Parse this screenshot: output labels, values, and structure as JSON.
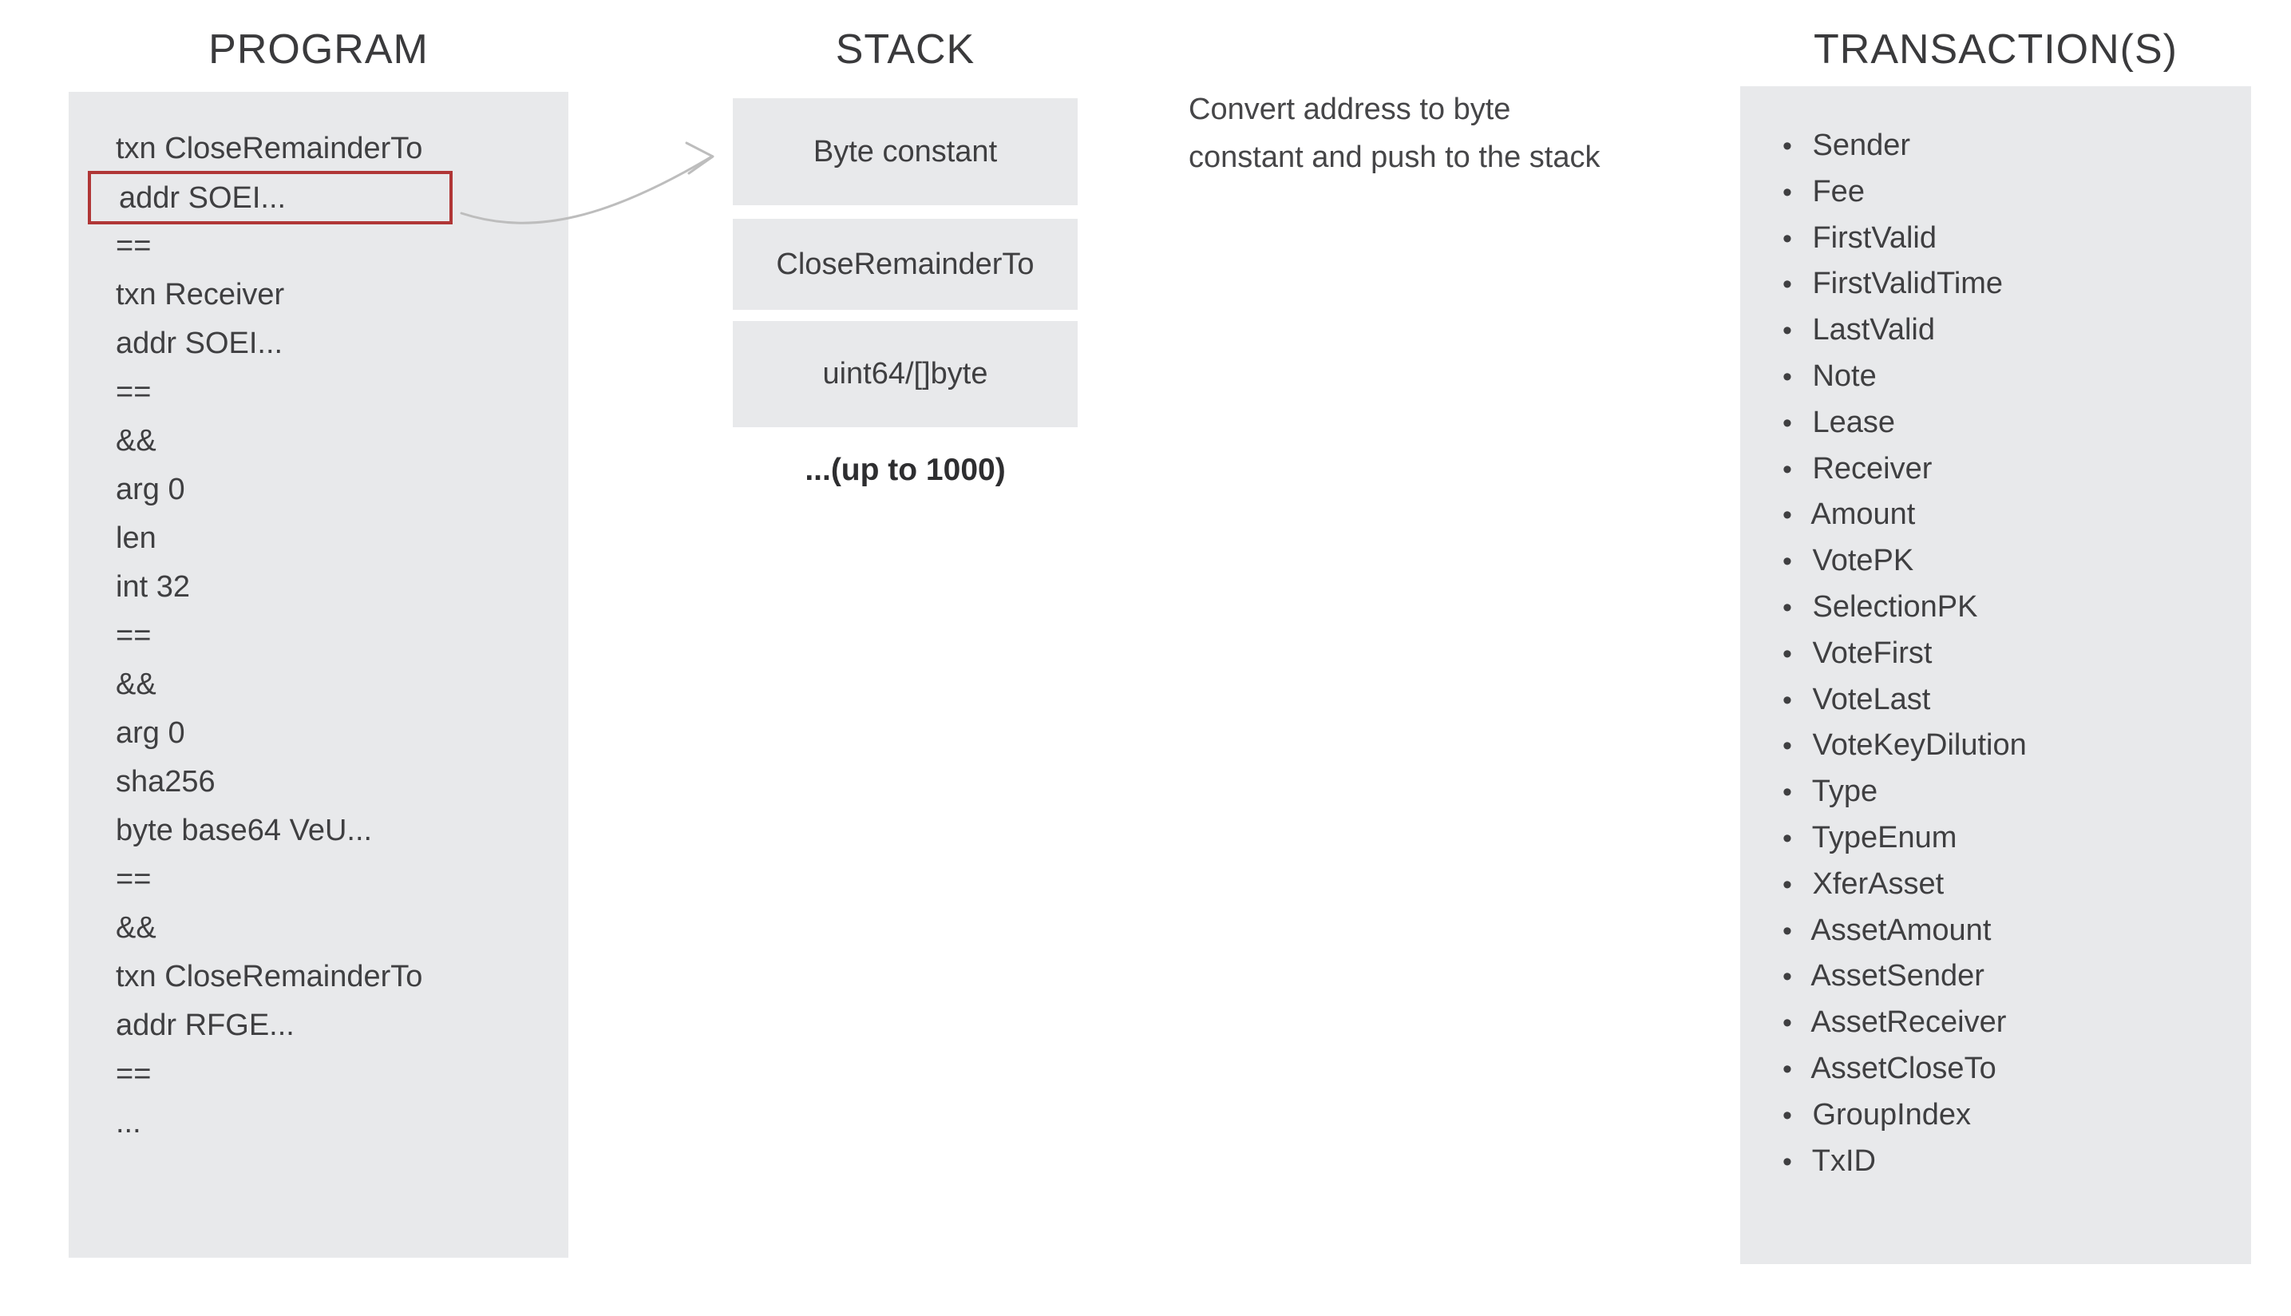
{
  "diagram": {
    "program": {
      "title": "PROGRAM",
      "lines": [
        "txn CloseRemainderTo",
        "addr SOEI...",
        "==",
        "txn Receiver",
        "addr SOEI...",
        "==",
        "&&",
        "arg 0",
        "len",
        "int 32",
        "==",
        "&&",
        "arg 0",
        "sha256",
        "byte base64 VeU...",
        "==",
        "&&",
        "txn CloseRemainderTo",
        "addr RFGE...",
        "==",
        "..."
      ],
      "highlighted_index": 1,
      "highlighted_line": "addr SOEI..."
    },
    "stack": {
      "title": "STACK",
      "boxes": [
        "Byte constant",
        "CloseRemainderTo",
        "uint64/[]byte"
      ],
      "note": "...(up to 1000)"
    },
    "annotation": {
      "lines": [
        "Convert address to byte",
        "constant and push to the stack"
      ]
    },
    "transactions": {
      "title": "TRANSACTION(S)",
      "bullet": "•",
      "fields": [
        "Sender",
        "Fee",
        "FirstValid",
        "FirstValidTime",
        "LastValid",
        "Note",
        "Lease",
        "Receiver",
        "Amount",
        "VotePK",
        "SelectionPK",
        "VoteFirst",
        "VoteLast",
        "VoteKeyDilution",
        "Type",
        "TypeEnum",
        "XferAsset",
        "AssetAmount",
        "AssetSender",
        "AssetReceiver",
        "AssetCloseTo",
        "GroupIndex",
        "TxID"
      ]
    },
    "colors": {
      "box_bg": "#e8e9eb",
      "text": "#3f3f41",
      "title": "#3a3a3c",
      "highlight_border": "#b03636",
      "arrow": "#bdbdbd"
    }
  }
}
